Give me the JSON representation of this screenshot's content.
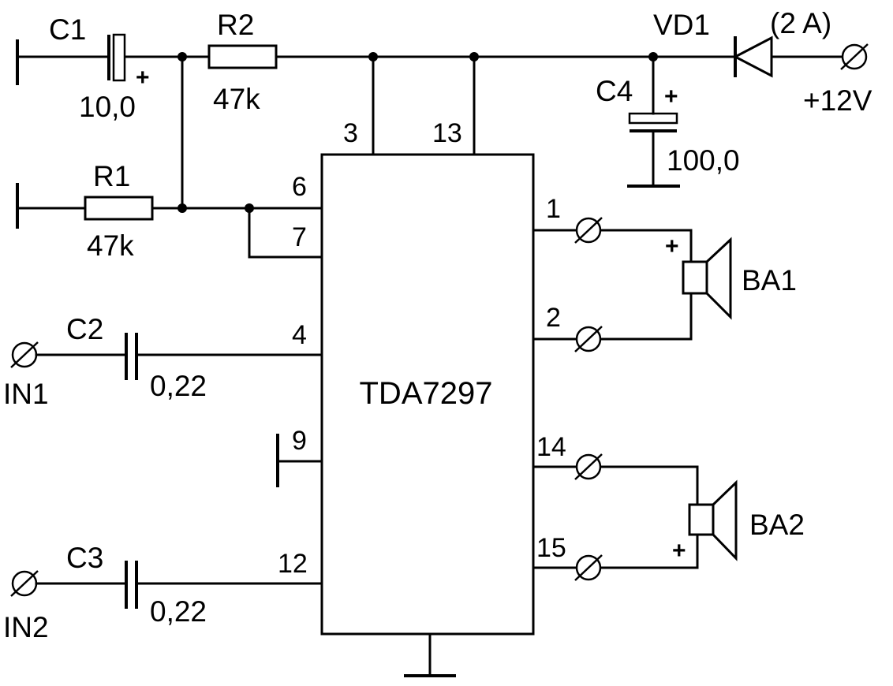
{
  "ic": {
    "name": "TDA7297"
  },
  "components": {
    "C1": {
      "ref": "C1",
      "value": "10,0",
      "polarity": "+"
    },
    "R2": {
      "ref": "R2",
      "value": "47k"
    },
    "R1": {
      "ref": "R1",
      "value": "47k"
    },
    "C2": {
      "ref": "C2",
      "value": "0,22"
    },
    "C3": {
      "ref": "C3",
      "value": "0,22"
    },
    "C4": {
      "ref": "C4",
      "value": "100,0",
      "polarity": "+"
    },
    "VD1": {
      "ref": "VD1",
      "rating": "(2 A)"
    },
    "BA1": {
      "ref": "BA1",
      "polarity": "+"
    },
    "BA2": {
      "ref": "BA2",
      "polarity": "+"
    }
  },
  "terminals": {
    "power": "+12V",
    "in1": "IN1",
    "in2": "IN2"
  },
  "pins": {
    "p3": "3",
    "p13": "13",
    "p6": "6",
    "p7": "7",
    "p4": "4",
    "p9": "9",
    "p12": "12",
    "p1": "1",
    "p2": "2",
    "p14": "14",
    "p15": "15"
  }
}
